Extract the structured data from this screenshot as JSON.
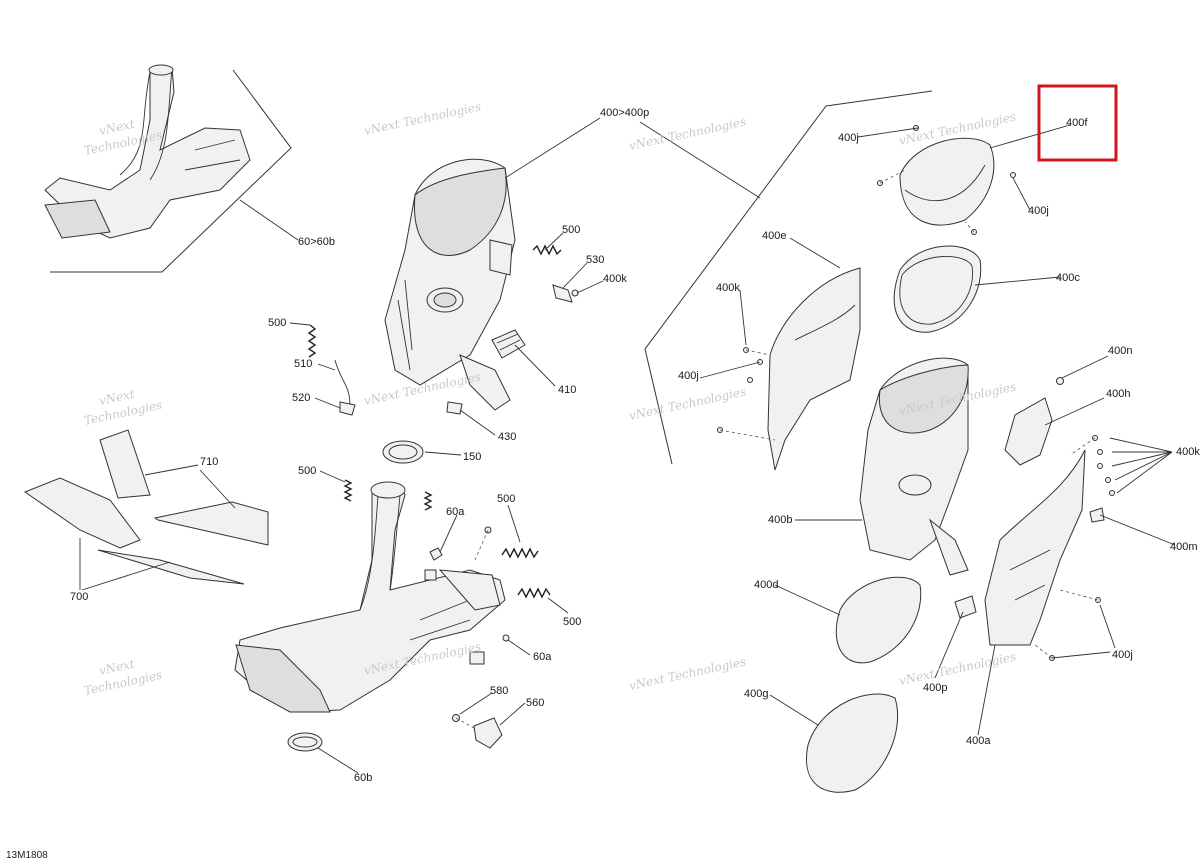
{
  "diagram_code": "13M1808",
  "highlight_color": "#d0141c",
  "watermark": {
    "line1": "vNext",
    "line2": "Technologies",
    "full": "vNext Technologies"
  },
  "labels": {
    "l_60_60b": "60>60b",
    "l_400_400p": "400>400p",
    "l_400f": "400f",
    "l_400j_a": "400j",
    "l_400j_b": "400j",
    "l_400j_c": "400j",
    "l_400j_d": "400j",
    "l_400e": "400e",
    "l_400c": "400c",
    "l_400k_a": "400k",
    "l_400k_b": "400k",
    "l_400k_c": "400k",
    "l_400n": "400n",
    "l_400h": "400h",
    "l_400b": "400b",
    "l_400m": "400m",
    "l_400d": "400d",
    "l_400p": "400p",
    "l_400g": "400g",
    "l_400a": "400a",
    "l_500_a": "500",
    "l_500_b": "500",
    "l_500_c": "500",
    "l_500_d": "500",
    "l_500_e": "500",
    "l_530": "530",
    "l_510": "510",
    "l_520": "520",
    "l_410": "410",
    "l_430": "430",
    "l_150": "150",
    "l_710": "710",
    "l_700": "700",
    "l_60a_a": "60a",
    "l_60a_b": "60a",
    "l_580": "580",
    "l_560": "560",
    "l_60b": "60b"
  }
}
